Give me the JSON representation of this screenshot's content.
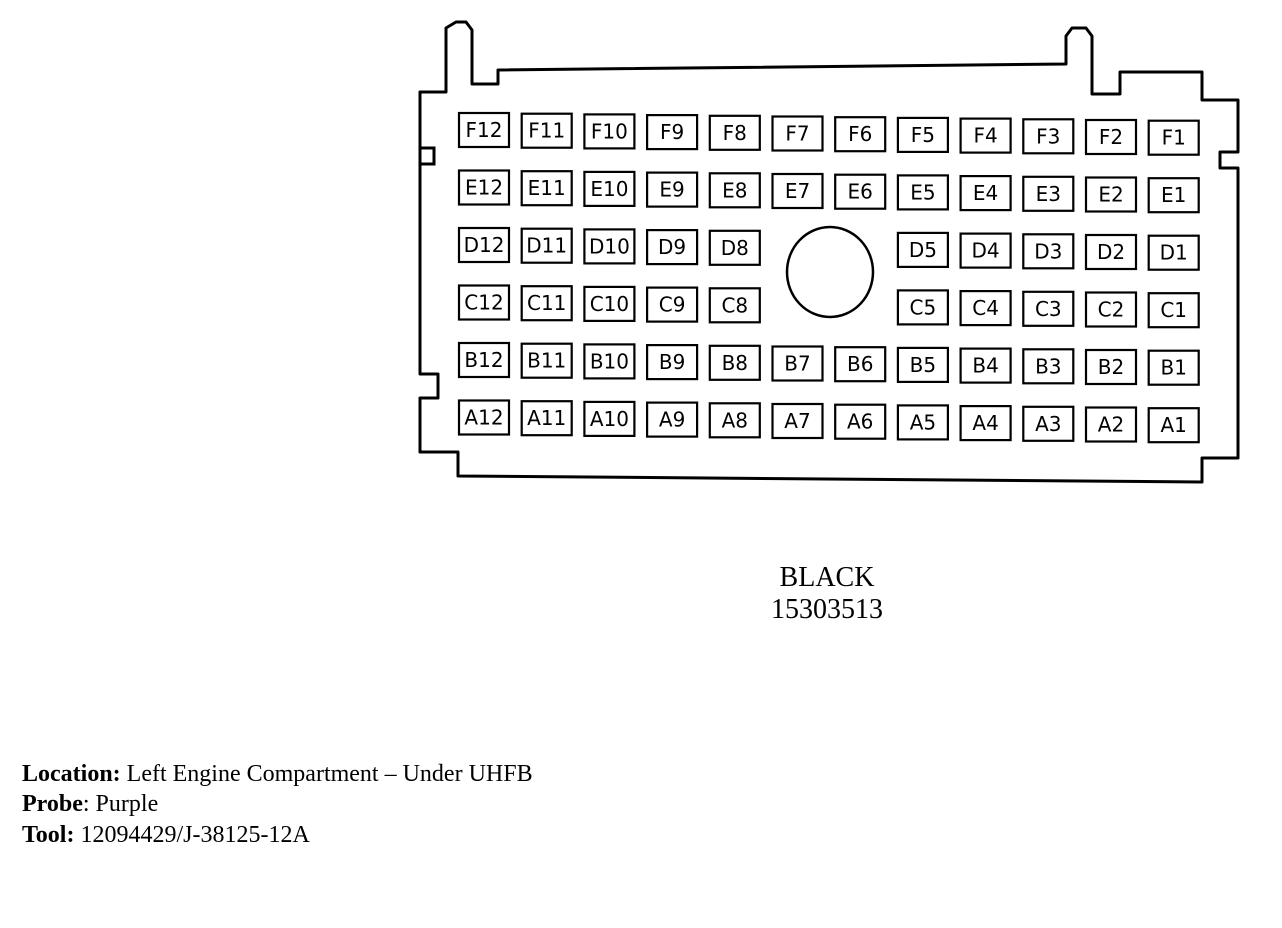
{
  "connector": {
    "rows": [
      {
        "row": "F",
        "pins": [
          "F12",
          "F11",
          "F10",
          "F9",
          "F8",
          "F7",
          "F6",
          "F5",
          "F4",
          "F3",
          "F2",
          "F1"
        ]
      },
      {
        "row": "E",
        "pins": [
          "E12",
          "E11",
          "E10",
          "E9",
          "E8",
          "E7",
          "E6",
          "E5",
          "E4",
          "E3",
          "E2",
          "E1"
        ]
      },
      {
        "row": "D",
        "pins": [
          "D12",
          "D11",
          "D10",
          "D9",
          "D8",
          "",
          "",
          "D5",
          "D4",
          "D3",
          "D2",
          "D1"
        ]
      },
      {
        "row": "C",
        "pins": [
          "C12",
          "C11",
          "C10",
          "C9",
          "C8",
          "",
          "",
          "C5",
          "C4",
          "C3",
          "C2",
          "C1"
        ]
      },
      {
        "row": "B",
        "pins": [
          "B12",
          "B11",
          "B10",
          "B9",
          "B8",
          "B7",
          "B6",
          "B5",
          "B4",
          "B3",
          "B2",
          "B1"
        ]
      },
      {
        "row": "A",
        "pins": [
          "A12",
          "A11",
          "A10",
          "A9",
          "A8",
          "A7",
          "A6",
          "A5",
          "A4",
          "A3",
          "A2",
          "A1"
        ]
      }
    ],
    "color": "BLACK",
    "part_number": "15303513"
  },
  "info": {
    "location_label": "Location:",
    "location_value": "Left Engine Compartment – Under UHFB",
    "probe_label": "Probe",
    "probe_value": ": Purple",
    "tool_label": "Tool:",
    "tool_value": "12094429/J-38125-12A"
  }
}
